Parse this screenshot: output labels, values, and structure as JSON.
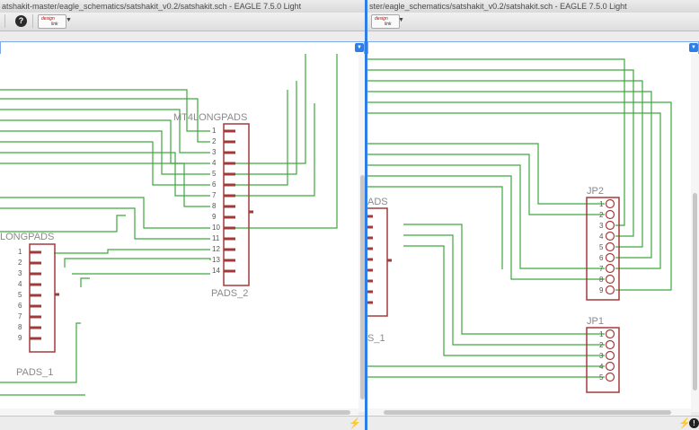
{
  "left_window": {
    "title": "atshakit-master/eagle_schematics/satshakit_v0.2/satshakit.sch - EAGLE 7.5.0 Light",
    "labels": {
      "mt4": "MT4LONGPADS",
      "pads2": "PADS_2",
      "longpads": "LONGPADS",
      "pads1": "PADS_1"
    },
    "pads2_pins": [
      "1",
      "2",
      "3",
      "4",
      "5",
      "6",
      "7",
      "8",
      "9",
      "10",
      "11",
      "12",
      "13",
      "14"
    ],
    "pads1_pins": [
      "1",
      "2",
      "3",
      "4",
      "5",
      "6",
      "7",
      "8",
      "9"
    ]
  },
  "right_window": {
    "title": "ster/eagle_schematics/satshakit_v0.2/satshakit.sch - EAGLE 7.5.0 Light",
    "labels": {
      "ads": "ADS",
      "s1": "S_1",
      "jp2": "JP2",
      "jp1": "JP1"
    },
    "jp2_pins": [
      "1",
      "2",
      "3",
      "4",
      "5",
      "6",
      "7",
      "8",
      "9"
    ],
    "jp1_pins": [
      "1",
      "2",
      "3",
      "4",
      "5"
    ]
  },
  "toolbar": {
    "help_icon": "?",
    "logo_top": "design",
    "logo_bottom": "link"
  },
  "icons": [
    "help-icon",
    "design-link-logo-icon",
    "chevron-down-icon",
    "lightning-bolt-icon",
    "info-icon"
  ],
  "colors": {
    "wire": "#3ea63e",
    "part": "#a33a3a",
    "accent": "#2f7ee6"
  }
}
